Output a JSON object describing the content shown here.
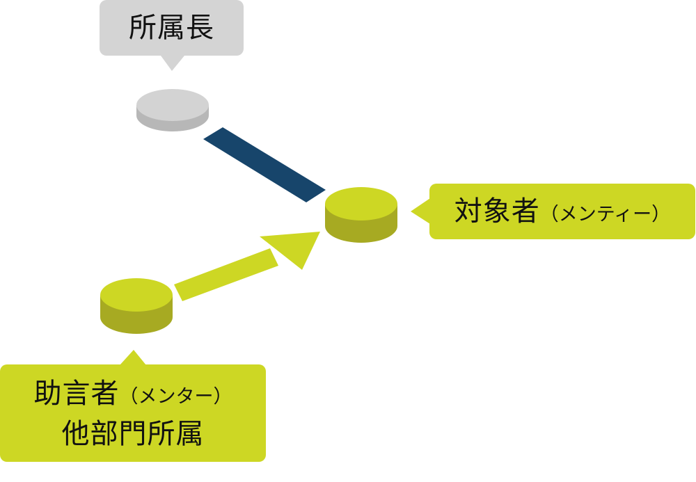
{
  "colors": {
    "gray_node_top": "#d3d3d3",
    "gray_node_side": "#b7b7b7",
    "lime_node_top": "#cdd724",
    "lime_node_side": "#a7aa22",
    "navy_line": "#17456b",
    "lime_arrow": "#cdd724",
    "gray_callout": "#d4d4d4",
    "lime_callout": "#cdd724",
    "text": "#111111"
  },
  "nodes": {
    "manager": {
      "label": "所属長",
      "color": "gray"
    },
    "mentee": {
      "label_main": "対象者",
      "label_sub": "（メンティー）",
      "color": "lime"
    },
    "mentor": {
      "label_line1_main": "助言者",
      "label_line1_sub": "（メンター）",
      "label_line2": "他部門所属",
      "color": "lime"
    }
  },
  "connectors": {
    "manager_to_mentee": {
      "style": "navy-bar"
    },
    "mentor_to_mentee": {
      "style": "lime-arrow"
    }
  }
}
